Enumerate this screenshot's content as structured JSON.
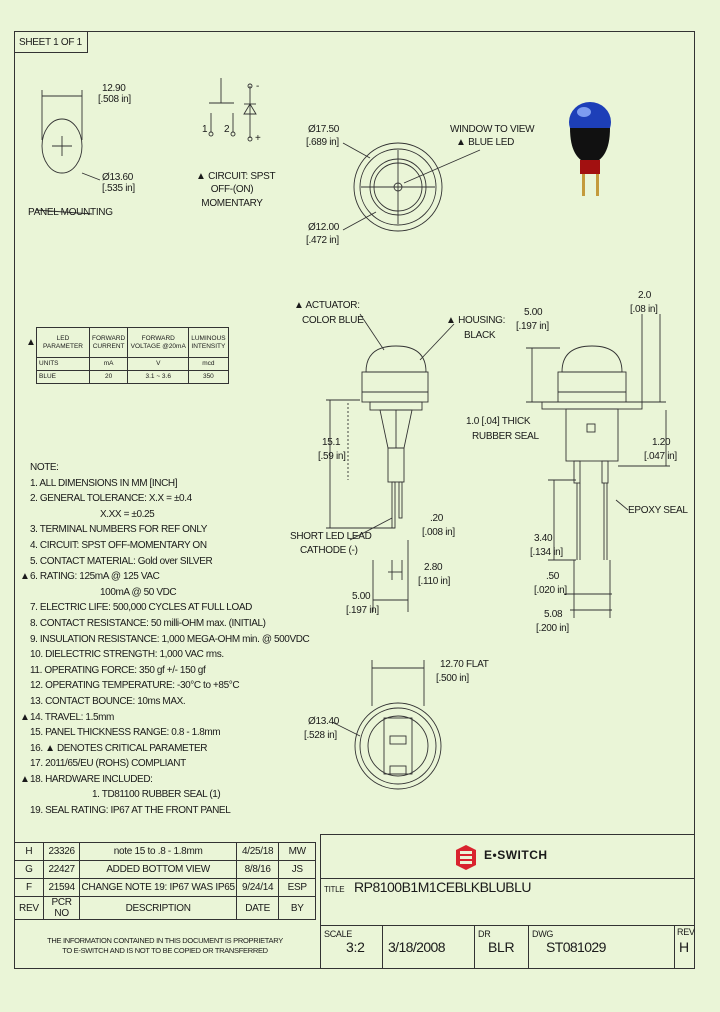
{
  "sheet": "SHEET 1 OF 1",
  "panel_mount": {
    "width_mm": "12.90",
    "width_in": "[.508 in]",
    "dia_mm": "Ø13.60",
    "dia_in": "[.535 in]",
    "label": "PANEL MOUNTING"
  },
  "circuit": {
    "pin1": "1",
    "pin2": "2",
    "minus": "-",
    "plus": "+",
    "label1": "▲ CIRCUIT: SPST",
    "label2": "OFF-(ON)",
    "label3": "MOMENTARY"
  },
  "top_view": {
    "dia_outer_mm": "Ø17.50",
    "dia_outer_in": "[.689 in]",
    "dia_inner_mm": "Ø12.00",
    "dia_inner_in": "[.472 in]",
    "window1": "WINDOW TO VIEW",
    "window2": "▲ BLUE LED"
  },
  "side_view": {
    "actuator1": "▲ ACTUATOR:",
    "actuator2": "COLOR BLUE",
    "housing1": "▲ HOUSING:",
    "housing2": "BLACK",
    "h_mm": "15.1",
    "h_in": "[.59 in]",
    "lead1": "SHORT LED LEAD",
    "lead2": "CATHODE (-)",
    "lead_w_mm": ".20",
    "lead_w_in": "[.008 in]",
    "pitch_mm": "2.80",
    "pitch_in": "[.110 in]",
    "span_mm": "5.00",
    "span_in": "[.197 in]"
  },
  "right_view": {
    "w_mm": "5.00",
    "w_in": "[.197 in]",
    "t_mm": "2.0",
    "t_in": "[.08 in]",
    "seal1": "1.0 [.04] THICK",
    "seal2": "RUBBER SEAL",
    "h_mm": "1.20",
    "h_in": "[.047 in]",
    "epoxy": "EPOXY SEAL",
    "lead_mm": "3.40",
    "lead_in": "[.134 in]",
    "lw_mm": ".50",
    "lw_in": "[.020 in]",
    "sp_mm": "5.08",
    "sp_in": "[.200 in]"
  },
  "bottom_view": {
    "flat_mm": "12.70 FLAT",
    "flat_in": "[.500 in]",
    "dia_mm": "Ø13.40",
    "dia_in": "[.528 in]"
  },
  "led_table": {
    "marker": "▲",
    "headers": [
      "LED PARAMETER",
      "FORWARD CURRENT",
      "FORWARD VOLTAGE @20mA",
      "LUMINOUS INTENSITY"
    ],
    "rows": [
      [
        "UNITS",
        "mA",
        "V",
        "mcd"
      ],
      [
        "BLUE",
        "20",
        "3.1 ~ 3.6",
        "350"
      ]
    ]
  },
  "notes": [
    {
      "m": "",
      "text": "NOTE:"
    },
    {
      "m": "",
      "text": "1. ALL DIMENSIONS IN MM [INCH]"
    },
    {
      "m": "",
      "text": "2. GENERAL TOLERANCE: X.X = ±0.4"
    },
    {
      "m": "",
      "text": "X.XX = ±0.25",
      "indent": true
    },
    {
      "m": "",
      "text": "3. TERMINAL NUMBERS FOR REF ONLY"
    },
    {
      "m": "",
      "text": "4. CIRCUIT: SPST OFF-MOMENTARY ON"
    },
    {
      "m": "",
      "text": "5. CONTACT MATERIAL: Gold over SILVER"
    },
    {
      "m": "▲",
      "text": "6. RATING: 125mA @ 125 VAC"
    },
    {
      "m": "",
      "text": "100mA @ 50 VDC",
      "indent": true
    },
    {
      "m": "",
      "text": "7. ELECTRIC LIFE: 500,000 CYCLES AT FULL LOAD"
    },
    {
      "m": "",
      "text": "8. CONTACT RESISTANCE: 50 milli-OHM max. (INITIAL)"
    },
    {
      "m": "",
      "text": "9. INSULATION RESISTANCE: 1,000 MEGA-OHM min. @ 500VDC"
    },
    {
      "m": "",
      "text": "10. DIELECTRIC STRENGTH: 1,000 VAC rms."
    },
    {
      "m": "",
      "text": "11. OPERATING FORCE: 350 gf +/- 150 gf"
    },
    {
      "m": "",
      "text": "12. OPERATING TEMPERATURE: -30°C to +85°C"
    },
    {
      "m": "",
      "text": "13. CONTACT BOUNCE: 10ms MAX."
    },
    {
      "m": "▲",
      "text": "14. TRAVEL: 1.5mm"
    },
    {
      "m": "",
      "text": "15. PANEL THICKNESS RANGE: 0.8 - 1.8mm"
    },
    {
      "m": "",
      "text": "16. ▲ DENOTES CRITICAL PARAMETER"
    },
    {
      "m": "",
      "text": "17. 2011/65/EU (ROHS) COMPLIANT"
    },
    {
      "m": "▲",
      "text": "18. HARDWARE INCLUDED:"
    },
    {
      "m": "",
      "text": "1. TD81100 RUBBER SEAL (1)",
      "indent2": true
    },
    {
      "m": "",
      "text": "19. SEAL RATING: IP67 AT THE FRONT PANEL"
    }
  ],
  "revisions": [
    [
      "H",
      "23326",
      "note 15 to .8 - 1.8mm",
      "4/25/18",
      "MW"
    ],
    [
      "G",
      "22427",
      "ADDED BOTTOM VIEW",
      "8/8/16",
      "JS"
    ],
    [
      "F",
      "21594",
      "CHANGE NOTE 19: IP67 WAS IP65",
      "9/24/14",
      "ESP"
    ]
  ],
  "rev_headers": [
    "REV",
    "PCR NO",
    "DESCRIPTION",
    "DATE",
    "BY"
  ],
  "proprietary1": "THE INFORMATION CONTAINED IN THIS DOCUMENT IS PROPRIETARY",
  "proprietary2": "TO E-SWITCH AND IS NOT TO BE COPIED OR TRANSFERRED",
  "company": "E•SWITCH",
  "title_label": "TITLE",
  "title": "RP8100B1M1CEBLKBLUBLU",
  "scale_label": "SCALE",
  "scale": "3:2",
  "date": "3/18/2008",
  "dr_label": "DR",
  "dr": "BLR",
  "dwg_label": "DWG",
  "dwg": "ST081029",
  "rev_label": "REV",
  "rev": "H",
  "colors": {
    "background": "#eaf5d7",
    "led_blue": "#1d3fb8",
    "logo_red": "#d9232e"
  }
}
